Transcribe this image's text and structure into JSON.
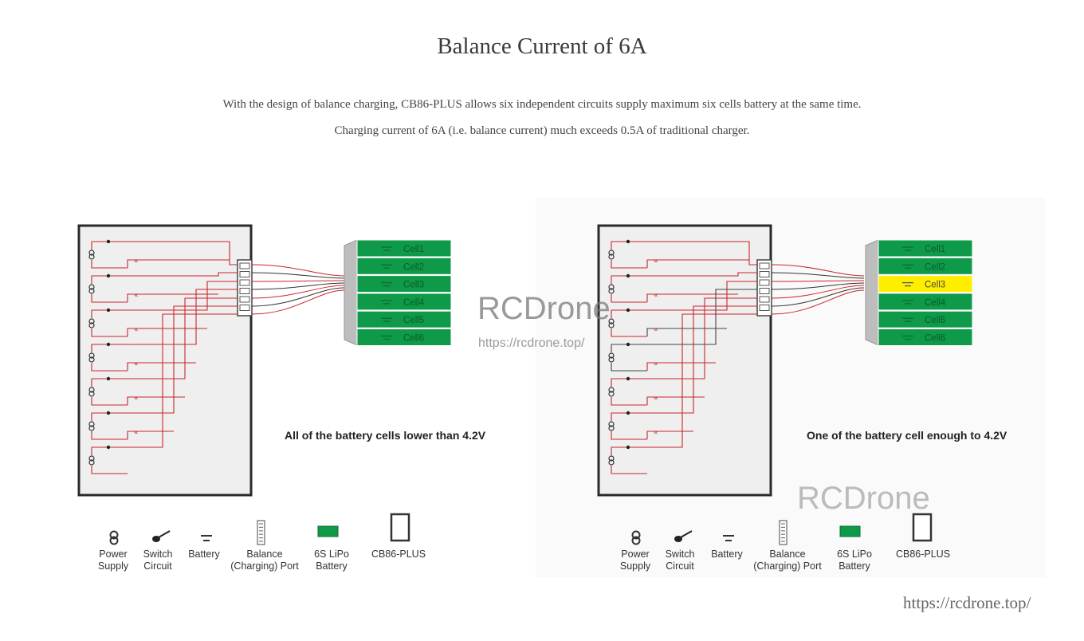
{
  "header": {
    "title": "Balance Current of 6A",
    "description_line1": "With the design of balance charging, CB86-PLUS allows six independent circuits supply maximum six cells battery at the same time.",
    "description_line2": "Charging current of 6A (i.e. balance current) much exceeds 0.5A of traditional charger."
  },
  "diagrams": [
    {
      "caption": "All of the battery cells lower than 4.2V",
      "cells": [
        "Cell1",
        "Cell2",
        "Cell3",
        "Cell4",
        "Cell5",
        "Cell6"
      ],
      "highlighted_cell": null
    },
    {
      "caption": "One of the battery cell enough to 4.2V",
      "cells": [
        "Cell1",
        "Cell2",
        "Cell3",
        "Cell4",
        "Cell5",
        "Cell6"
      ],
      "highlighted_cell": "Cell3"
    }
  ],
  "legend": [
    {
      "icon": "power-supply-icon",
      "label": "Power\nSupply"
    },
    {
      "icon": "switch-circuit-icon",
      "label": "Switch\nCircuit"
    },
    {
      "icon": "battery-symbol-icon",
      "label": "Battery"
    },
    {
      "icon": "balance-port-icon",
      "label": "Balance\n(Charging) Port"
    },
    {
      "icon": "lipo-battery-icon",
      "label": "6S LiPo\nBattery"
    },
    {
      "icon": "cb86-plus-icon",
      "label": "CB86-PLUS"
    }
  ],
  "watermarks": {
    "brand": "RCDrone",
    "url_small": "https://rcdrone.top/",
    "url_footer": "https://rcdrone.top/"
  },
  "colors": {
    "wire_red": "#c8262b",
    "cell_green": "#0e9a48",
    "cell_highlight": "#ffee00",
    "charger_fill": "#efefef",
    "charger_border": "#2a2a2a"
  }
}
